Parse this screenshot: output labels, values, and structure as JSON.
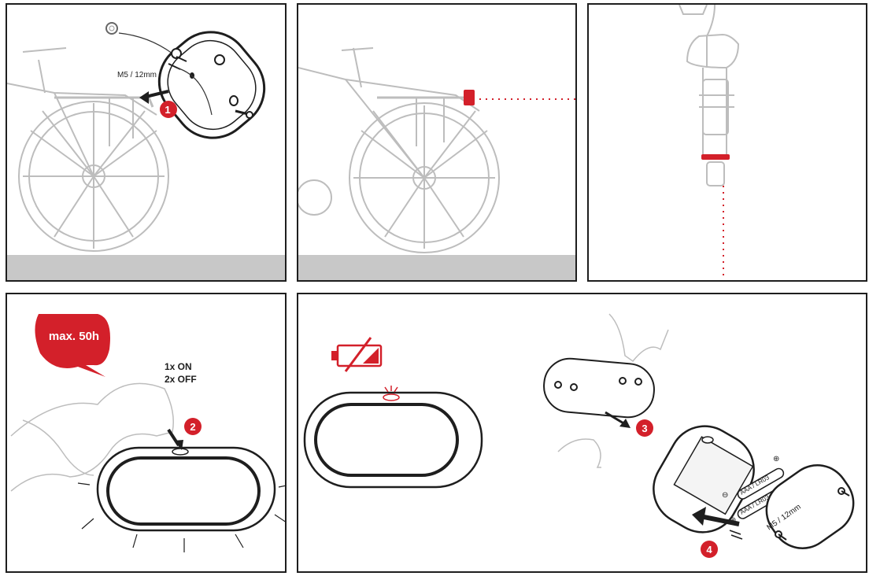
{
  "colors": {
    "accent": "#d3202a",
    "line": "#1e1e1e",
    "faded": "#bdbdbd",
    "ground": "#c8c8c8"
  },
  "panel1": {
    "bolt_label": "M5 / 12mm",
    "step": "1"
  },
  "panel4": {
    "runtime_badge": "max. 50h",
    "on_text": "1x ON",
    "off_text": "2x OFF",
    "step": "2"
  },
  "panel5": {
    "step_open": "3",
    "step_insert": "4",
    "battery_1": "AAA / LR03",
    "battery_2": "AAA / LR03",
    "bolt_label": "M5 / 12mm",
    "plus": "⊕",
    "minus": "⊖"
  }
}
